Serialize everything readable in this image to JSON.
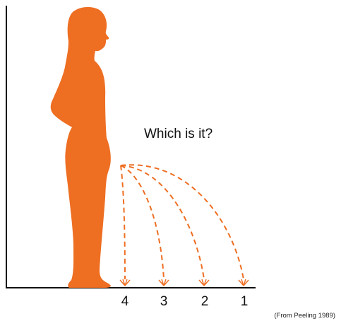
{
  "question": "Which is it?",
  "citation": "(From Peeling 1989)",
  "landing_labels": [
    "4",
    "3",
    "2",
    "1"
  ],
  "colors": {
    "figure": "#EE6E22",
    "stream": "#EE6E22",
    "axis": "#111111",
    "text": "#111111"
  }
}
